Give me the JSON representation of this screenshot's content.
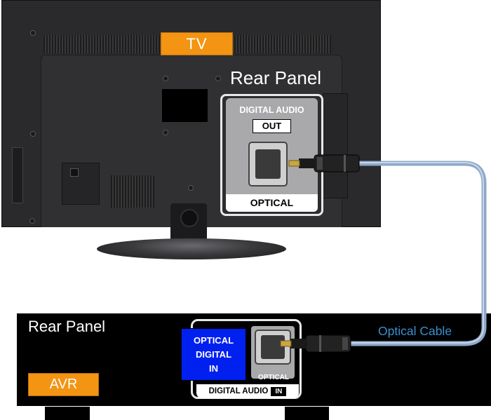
{
  "tv": {
    "label": "TV",
    "rear_panel_title": "Rear Panel",
    "port": {
      "group_label": "DIGITAL AUDIO",
      "direction": "OUT",
      "connector_label": "OPTICAL"
    }
  },
  "avr": {
    "label": "AVR",
    "rear_panel_title": "Rear Panel",
    "port": {
      "input_label_lines": [
        "OPTICAL",
        "DIGITAL",
        "IN"
      ],
      "connector_label": "OPTICAL",
      "group_label": "DIGITAL AUDIO",
      "direction": "IN"
    }
  },
  "cable": {
    "label": "Optical Cable"
  },
  "colors": {
    "label_orange": "#f39412",
    "cable_blue": "#8fa8c8",
    "caption_blue": "#3a8fd0",
    "input_box_blue": "#0020f0"
  },
  "icons": [
    "optical-jack-icon",
    "optical-plug-icon"
  ]
}
